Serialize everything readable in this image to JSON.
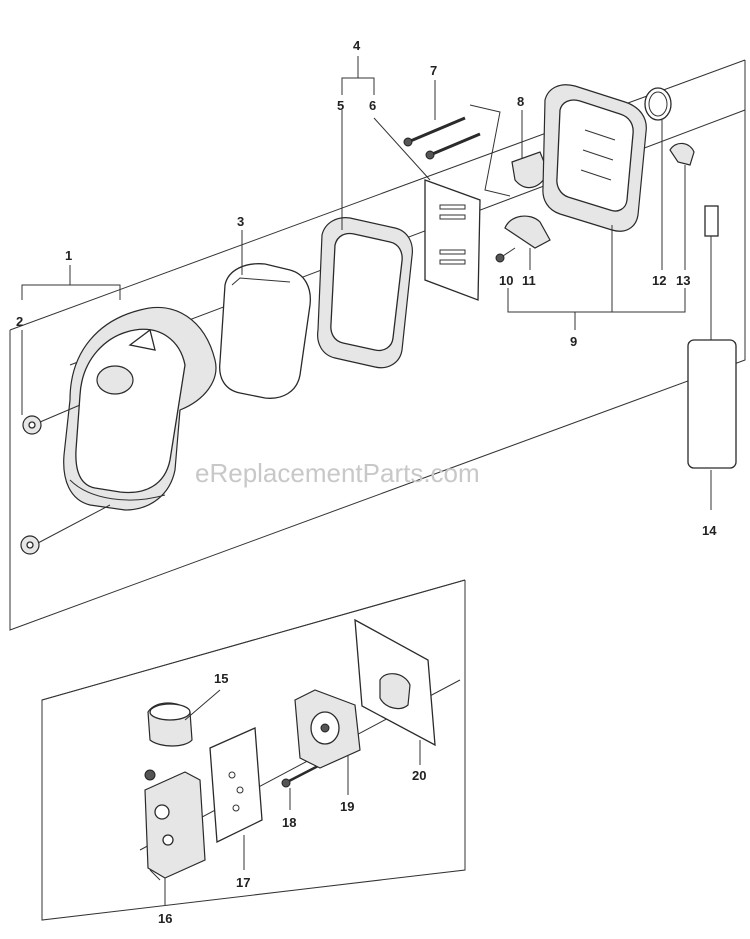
{
  "watermark": "eReplacementParts.com",
  "callouts": {
    "c1": "1",
    "c2": "2",
    "c3": "3",
    "c4": "4",
    "c5": "5",
    "c6": "6",
    "c7": "7",
    "c8": "8",
    "c9": "9",
    "c10": "10",
    "c11": "11",
    "c12": "12",
    "c13": "13",
    "c14": "14",
    "c15": "15",
    "c16": "16",
    "c17": "17",
    "c18": "18",
    "c19": "19",
    "c20": "20"
  },
  "colors": {
    "line": "#333333",
    "watermark": "#c8c8c8",
    "background": "#ffffff"
  }
}
